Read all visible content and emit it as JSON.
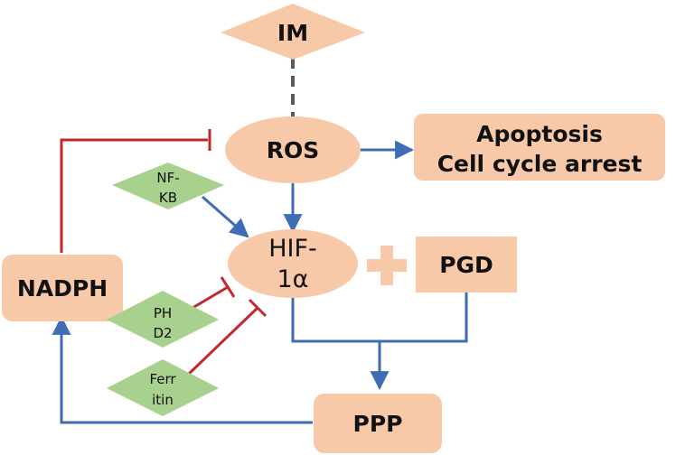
{
  "colors": {
    "node_fill": "#F7C9A9",
    "diamond_green": "#A9D18E",
    "arrow_blue": "#3E6DB5",
    "inhibit_red": "#C0282E",
    "dashed_gray": "#5A5A5A"
  },
  "nodes": {
    "im": "IM",
    "ros": "ROS",
    "outcome": {
      "line1": "Apoptosis",
      "line2": "Cell cycle arrest"
    },
    "nfkb": {
      "line1": "NF-",
      "line2": "KB"
    },
    "hif": {
      "line1": "HIF-",
      "line2": "1α"
    },
    "pgd": "PGD",
    "nadph": "NADPH",
    "phd2": {
      "line1": "PH",
      "line2": "D2"
    },
    "ferritin": {
      "line1": "Ferr",
      "line2": "itin"
    },
    "ppp": "PPP"
  },
  "plus_symbol": "+"
}
